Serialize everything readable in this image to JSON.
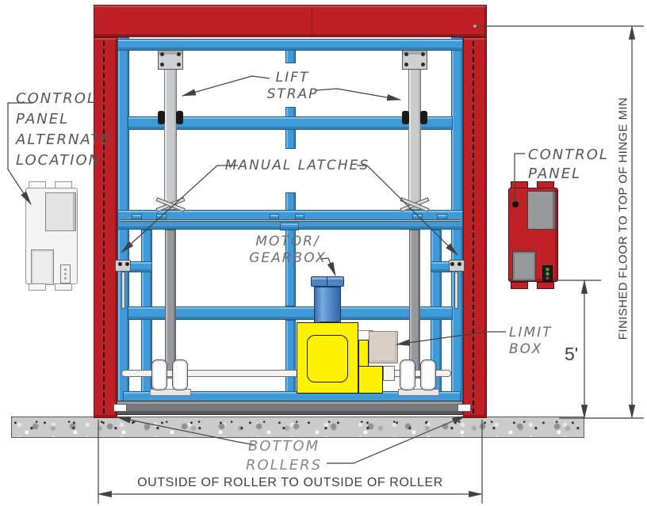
{
  "title": "Bi-fold lift-strap door elevation diagram",
  "labels": {
    "control_panel_alt": {
      "lines": [
        "CONTROL",
        "PANEL",
        "ALTERNATE",
        "LOCATION"
      ]
    },
    "lift_strap": {
      "lines": [
        "LIFT",
        "STRAP"
      ]
    },
    "manual_latches": {
      "text": "MANUAL LATCHES"
    },
    "motor_gearbox": {
      "lines": [
        "MOTOR/",
        "GEARBOX"
      ]
    },
    "control_panel": {
      "lines": [
        "CONTROL",
        "PANEL"
      ]
    },
    "limit_box": {
      "text": "LIMIT BOX"
    },
    "bottom_rollers": {
      "lines": [
        "BOTTOM",
        "ROLLERS"
      ]
    }
  },
  "dimensions": {
    "width_label": "OUTSIDE OF ROLLER TO OUTSIDE OF ROLLER",
    "height_label": "FINISHED FLOOR TO TOP OF HINGE MIN",
    "control_panel_height": "5'"
  },
  "colors": {
    "frame_red": "#be2026",
    "frame_blue": "#3f9bd8",
    "strap_gray_upper": "#c9cacb",
    "strap_gray_lower": "#97999c",
    "gearbox_yellow": "#fff200",
    "motor_blue": "#4d84c4",
    "limit_box_beige": "#d9d0c5",
    "concrete_gray": "#cbcbcb",
    "dimension_line": "#414042"
  }
}
